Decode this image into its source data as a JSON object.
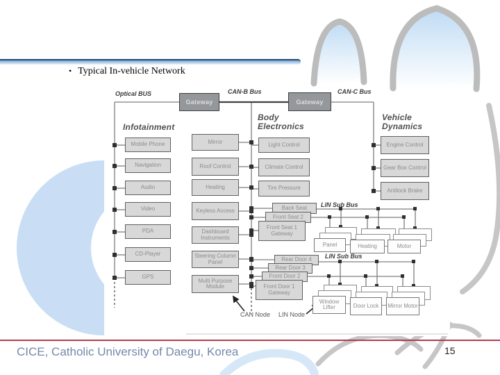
{
  "slide": {
    "bullet": "•",
    "title": "Typical In-vehicle Network",
    "footer_text": "CICE, Catholic University of Daegu, Korea",
    "page_number": "15"
  },
  "colors": {
    "footer_line": "#b43a4a",
    "footer_text": "#7488ab",
    "decoration_blue": "#c9def5",
    "node_box_gray": "#d8d8d8",
    "gateway_gray": "#94989b"
  },
  "diagram": {
    "gateways": [
      "Gateway",
      "Gateway"
    ],
    "bus_labels": {
      "optical": "Optical BUS",
      "can_b": "CAN-B Bus",
      "can_c": "CAN-C Bus",
      "lin_seat": "LIN Sub Bus",
      "lin_door": "LIN Sub Bus"
    },
    "headings": {
      "infotainment": "Infotainment",
      "body_electronics": "Body Electronics",
      "vehicle_dynamics": "Vehicle Dynamics"
    },
    "infotainment_nodes": [
      "Mobile Phone",
      "Navigation",
      "Audio",
      "Video",
      "PDA",
      "CD-Player",
      "GPS"
    ],
    "body_left_nodes": [
      "Mirror",
      "Roof Control",
      "Heating",
      "Keyless Access",
      "Dashboard Instruments",
      "Steering Column Panel",
      "Multi Purpose Module"
    ],
    "body_right_nodes": [
      "Light Control",
      "Climate Control",
      "Tire Pressure"
    ],
    "seat_stack": [
      "Back Seat",
      "Front Seat 2",
      "Front Seat 1 Gateway"
    ],
    "seat_lin_nodes": [
      "Panel",
      "Heating",
      "Motor"
    ],
    "door_stack": [
      "Rear Door 4",
      "Rear Door 3",
      "Front Door 2",
      "Front Door 1 Gateway"
    ],
    "door_lin_nodes": [
      "Window Lifter",
      "Door Lock",
      "Mirror Motor"
    ],
    "annotations": {
      "can_node": "CAN Node",
      "lin_node": "LIN Node"
    },
    "vehicle_nodes": [
      "Engine Control",
      "Gear Box Control",
      "Antilock Brake"
    ]
  }
}
